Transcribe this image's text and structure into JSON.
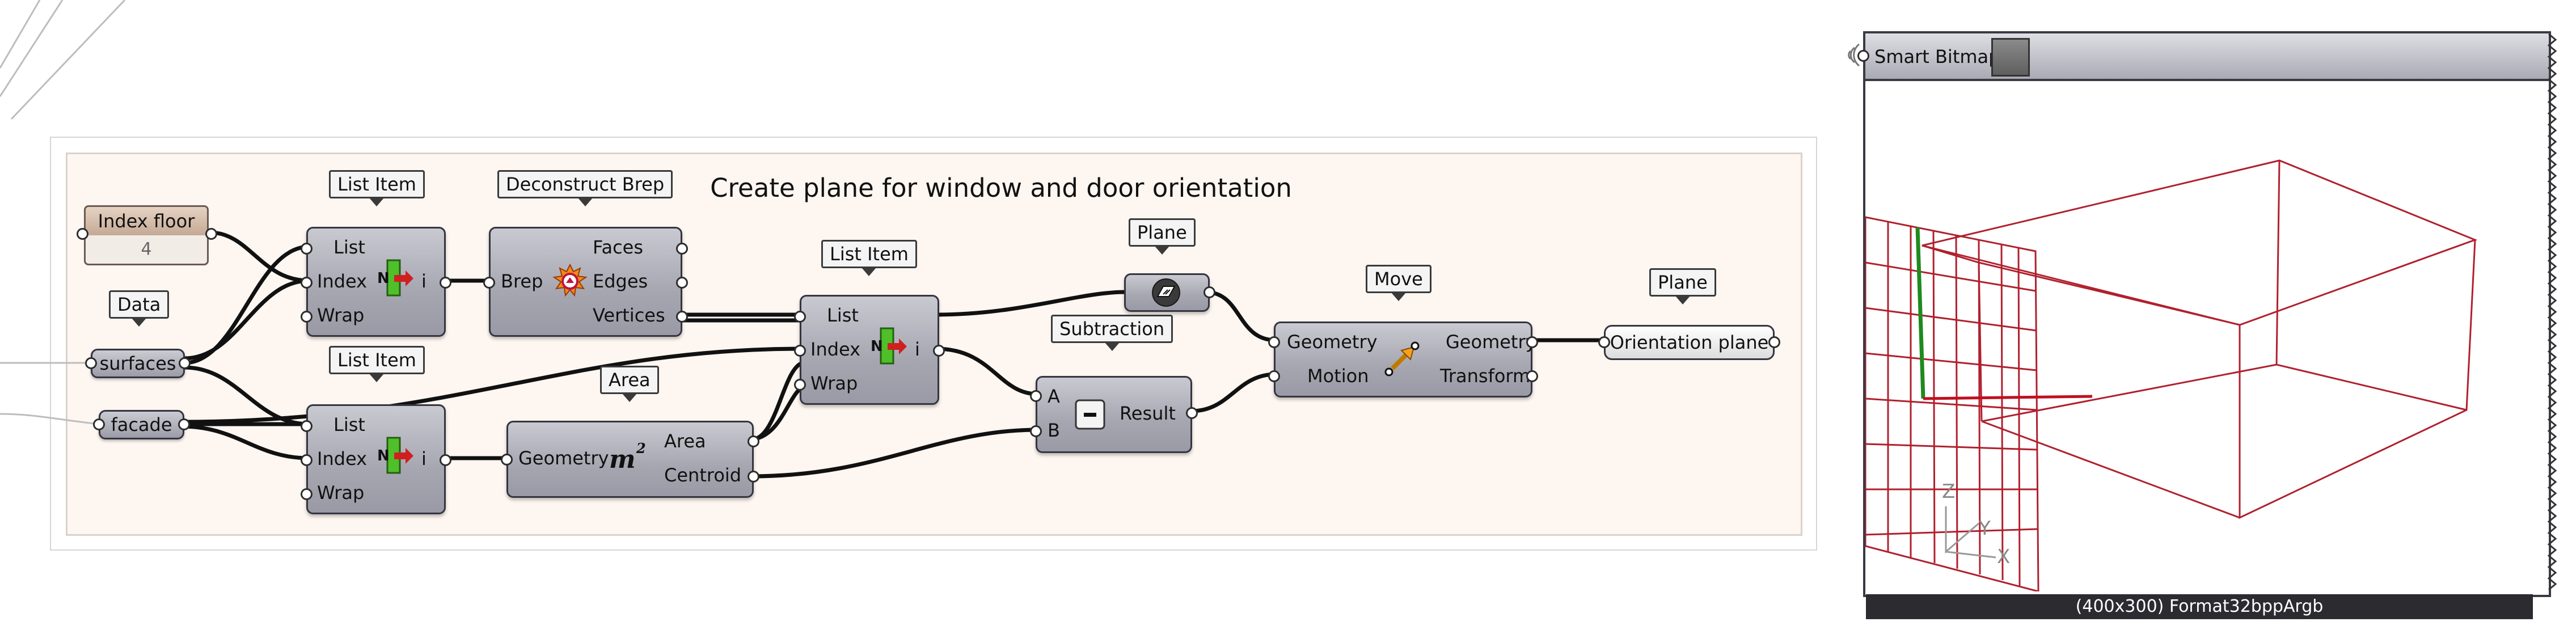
{
  "group": {
    "title": "Create plane for window and door orientation"
  },
  "index_floor": {
    "label": "Index floor",
    "value": "4"
  },
  "data_param": {
    "tooltip": "Data",
    "label": "surfaces"
  },
  "facade_param": {
    "label": "facade"
  },
  "list_item_1": {
    "tooltip": "List Item",
    "inputs": [
      "List",
      "Index",
      "Wrap"
    ],
    "output": "i"
  },
  "list_item_2": {
    "tooltip": "List Item",
    "inputs": [
      "List",
      "Index",
      "Wrap"
    ],
    "output": "i"
  },
  "list_item_3": {
    "tooltip": "List Item",
    "inputs": [
      "List",
      "Index",
      "Wrap"
    ],
    "output": "i"
  },
  "deconstruct_brep": {
    "tooltip": "Deconstruct Brep",
    "input": "Brep",
    "outputs": [
      "Faces",
      "Edges",
      "Vertices"
    ]
  },
  "area": {
    "tooltip": "Area",
    "input": "Geometry",
    "outputs": [
      "Area",
      "Centroid"
    ]
  },
  "plane_1": {
    "tooltip": "Plane"
  },
  "subtraction": {
    "tooltip": "Subtraction",
    "inputs": [
      "A",
      "B"
    ],
    "output": "Result"
  },
  "move": {
    "tooltip": "Move",
    "inputs": [
      "Geometry",
      "Motion"
    ],
    "outputs": [
      "Geometry",
      "Transform"
    ]
  },
  "plane_2": {
    "tooltip": "Plane",
    "label": "Orientation plane"
  },
  "smart_bitmap": {
    "title": "Smart Bitmap",
    "status": "(400x300) Format32bppArgb",
    "axis_labels": [
      "Z",
      "Y",
      "X"
    ]
  },
  "colors": {
    "wire": "#111111",
    "grid": "#b0202e",
    "axis_green": "#1f8a1f",
    "panel_bg": "#fdf6f1"
  }
}
